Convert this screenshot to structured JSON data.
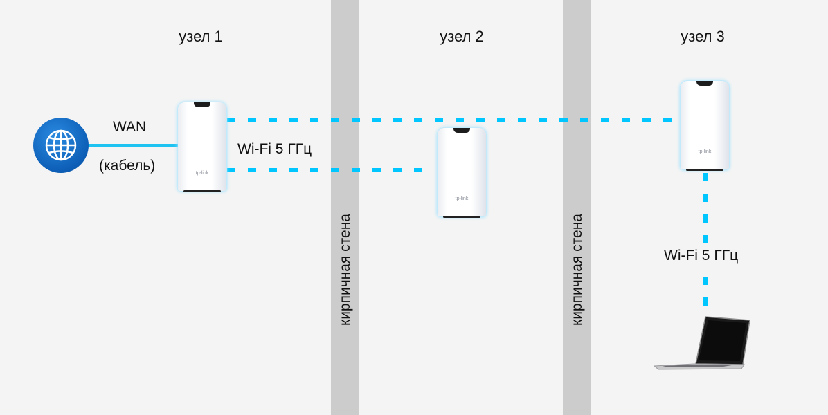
{
  "nodes": [
    {
      "title": "узел 1",
      "logo": "tp-link"
    },
    {
      "title": "узел 2",
      "logo": "tp-link"
    },
    {
      "title": "узел 3",
      "logo": "tp-link"
    }
  ],
  "walls": [
    {
      "label": "кирпичная стена"
    },
    {
      "label": "кирпичная стена"
    }
  ],
  "wan": {
    "label": "WAN",
    "sublabel": "(кабель)",
    "icon": "globe-icon"
  },
  "links": {
    "backhaul_label": "Wi-Fi 5 ГГц",
    "client_label": "Wi-Fi  5 ГГц"
  },
  "colors": {
    "wifi_dash": "#00c6ff",
    "cable": "#1ec3f2",
    "globe": "#0d5eb6",
    "wall": "#cccccc",
    "background": "#f4f4f4"
  }
}
